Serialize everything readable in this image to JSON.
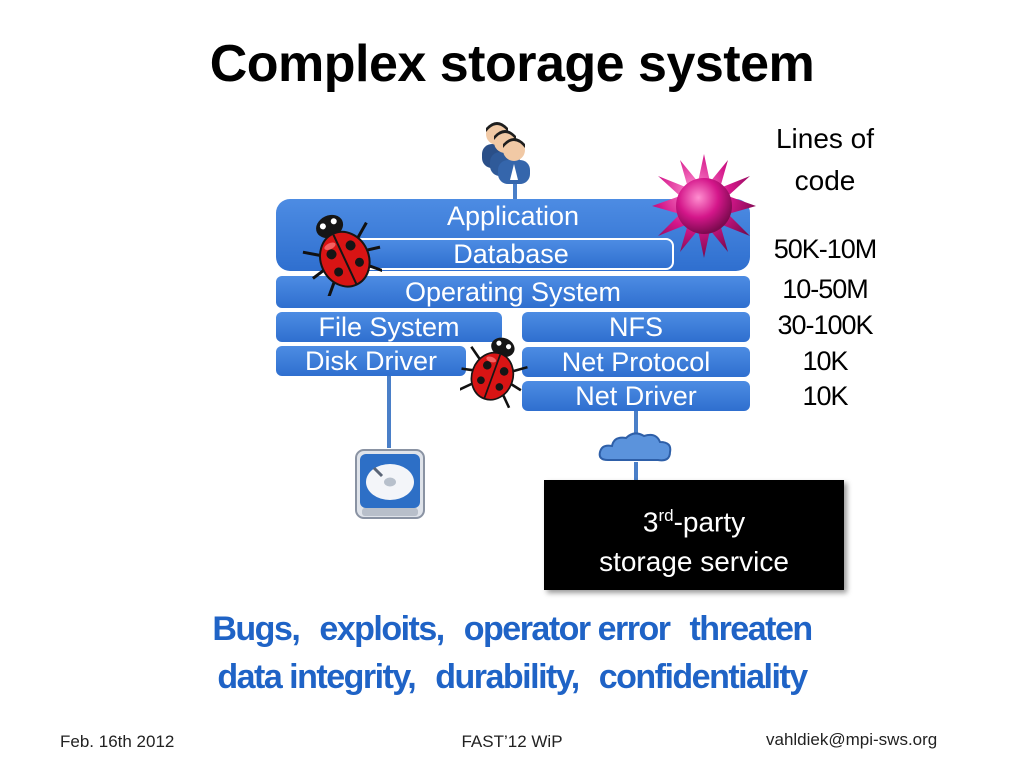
{
  "slide": {
    "title": "Complex storage system"
  },
  "loc": {
    "header_line1": "Lines of",
    "header_line2": "code",
    "values": [
      "50K-10M",
      "10-50M",
      "30-100K",
      "10K",
      "10K"
    ]
  },
  "stack": {
    "application": "Application",
    "database": "Database",
    "operating_system": "Operating System",
    "file_system": "File System",
    "nfs": "NFS",
    "disk_driver": "Disk Driver",
    "net_protocol": "Net Protocol",
    "net_driver": "Net Driver"
  },
  "service": {
    "line1_prefix": "3",
    "line1_sup": "rd",
    "line1_suffix": "-party",
    "line2": "storage service"
  },
  "tagline": {
    "line1": [
      "Bugs,",
      "exploits,",
      "operator error",
      "threaten"
    ],
    "line2": [
      "data integrity,",
      "durability,",
      "confidentiality"
    ]
  },
  "footer": {
    "date": "Feb. 16th 2012",
    "venue": "FAST’12 WiP",
    "email": "vahldiek@mpi-sws.org"
  },
  "icons": {
    "users": "users-icon",
    "virus": "virus-icon",
    "bug": "ladybug-icon",
    "disk": "hard-disk-icon",
    "cloud": "cloud-icon"
  },
  "colors": {
    "layer_blue": "#2f6fcf",
    "tagline_blue": "#1f63c6",
    "virus_magenta": "#d4168a"
  }
}
